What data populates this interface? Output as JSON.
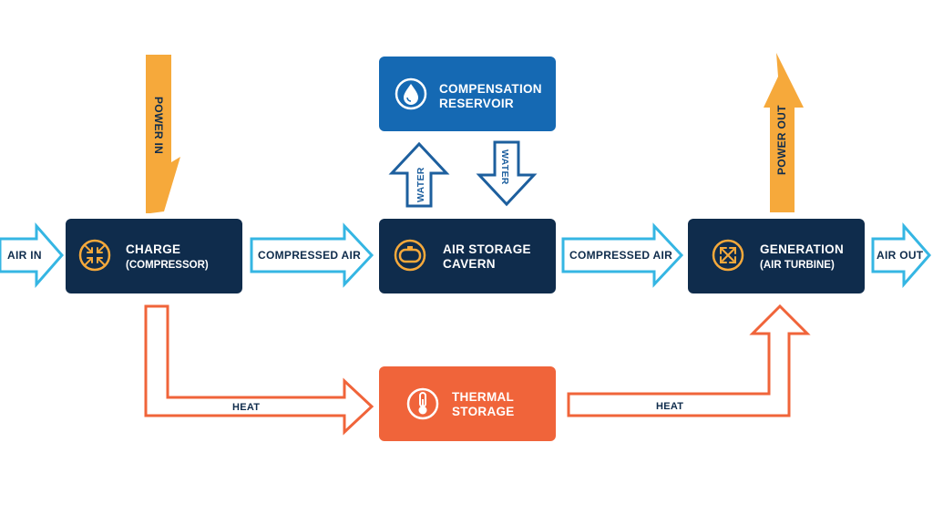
{
  "colors": {
    "navy": "#0f2c4c",
    "air_arrow": "#35b6e3",
    "water_arrow": "#1d5f9e",
    "reservoir": "#1569b3",
    "power": "#f6a93b",
    "heat": "#f0643a",
    "icon": "#f6a93b"
  },
  "boxes": {
    "charge": {
      "title": "CHARGE",
      "subtitle": "(COMPRESSOR)",
      "icon": "compress-arrows-icon"
    },
    "cavern": {
      "line1": "AIR STORAGE",
      "line2": "CAVERN",
      "icon": "tank-icon"
    },
    "generation": {
      "title": "GENERATION",
      "subtitle": "(AIR TURBINE)",
      "icon": "expand-arrows-icon"
    },
    "reservoir": {
      "line1": "COMPENSATION",
      "line2": "RESERVOIR",
      "icon": "water-drop-icon"
    },
    "thermal": {
      "line1": "THERMAL",
      "line2": "STORAGE",
      "icon": "thermometer-icon"
    }
  },
  "arrows": {
    "air_in": "AIR IN",
    "compressed_air_1": "COMPRESSED AIR",
    "compressed_air_2": "COMPRESSED AIR",
    "air_out": "AIR OUT",
    "water_up": "WATER",
    "water_down": "WATER",
    "power_in": "POWER IN",
    "power_out": "POWER OUT",
    "heat_1": "HEAT",
    "heat_2": "HEAT"
  }
}
